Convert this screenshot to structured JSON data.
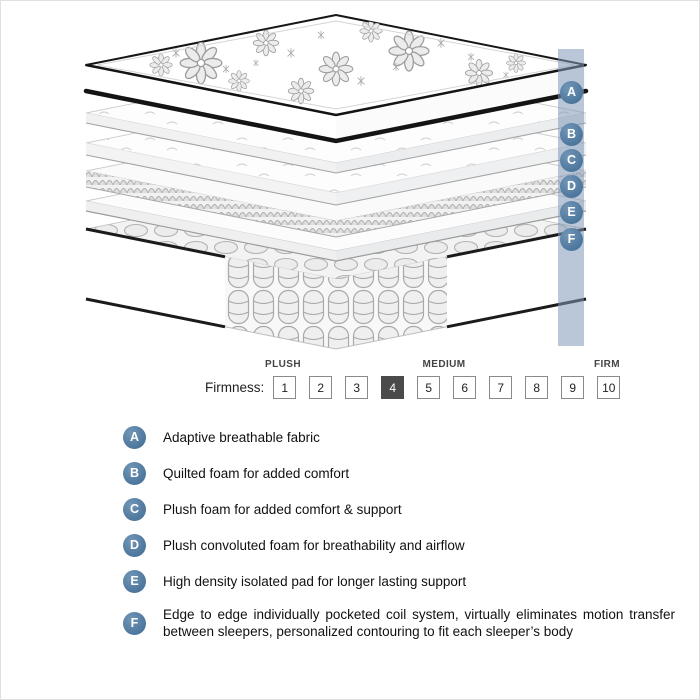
{
  "illustration": {
    "layer_markers": [
      "A",
      "B",
      "C",
      "D",
      "E",
      "F"
    ]
  },
  "firmness": {
    "label": "Firmness:",
    "plush_label": "PLUSH",
    "medium_label": "MEDIUM",
    "firm_label": "FIRM",
    "levels": [
      "1",
      "2",
      "3",
      "4",
      "5",
      "6",
      "7",
      "8",
      "9",
      "10"
    ],
    "selected_level": "4"
  },
  "legend": [
    {
      "key": "A",
      "text": "Adaptive breathable fabric"
    },
    {
      "key": "B",
      "text": "Quilted foam for added comfort"
    },
    {
      "key": "C",
      "text": "Plush foam for added comfort & support"
    },
    {
      "key": "D",
      "text": "Plush convoluted foam for breathability and airflow"
    },
    {
      "key": "E",
      "text": "High density isolated pad for longer lasting support"
    },
    {
      "key": "F",
      "text": "Edge to edge individually pocketed coil system, virtually eliminates motion transfer between sleepers, personalized contouring to fit each sleeper’s body"
    }
  ],
  "colors": {
    "marker_blue": "#4c779c",
    "bar_overlay": "#8099b8",
    "selected_box": "#4a4a4a"
  }
}
